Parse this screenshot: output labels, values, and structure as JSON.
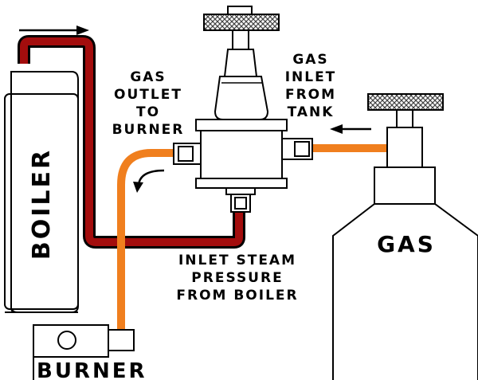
{
  "labels": {
    "boiler": "BOILER",
    "burner": "BURNER",
    "gas": "GAS",
    "gas_outlet": [
      "GAS",
      "OUTLET",
      "TO",
      "BURNER"
    ],
    "gas_inlet": [
      "GAS",
      "INLET",
      "FROM",
      "TANK"
    ],
    "inlet_steam": [
      "INLET STEAM",
      "PRESSURE",
      "FROM BOILER"
    ]
  },
  "colors": {
    "steam_line": "#a30d0d",
    "gas_line": "#f07f1e",
    "outline": "#000000",
    "knob_hatch": "#6b6b6b"
  }
}
